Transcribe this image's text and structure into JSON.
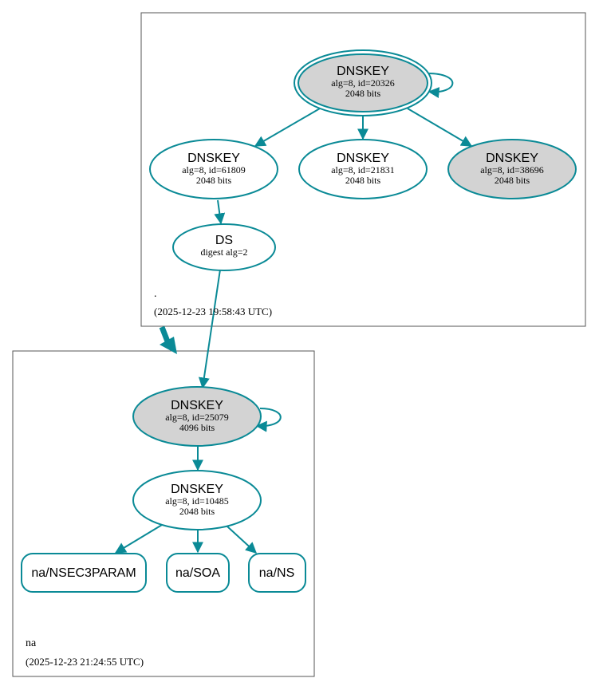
{
  "colors": {
    "edge": "#0a8a96",
    "fill_gray": "#d3d3d3",
    "fill_white": "#ffffff"
  },
  "zones": {
    "root": {
      "name": ".",
      "timestamp": "(2025-12-23 19:58:43 UTC)"
    },
    "na": {
      "name": "na",
      "timestamp": "(2025-12-23 21:24:55 UTC)"
    }
  },
  "nodes": {
    "root_ksk": {
      "title": "DNSKEY",
      "line1": "alg=8, id=20326",
      "line2": "2048 bits"
    },
    "root_zsk1": {
      "title": "DNSKEY",
      "line1": "alg=8, id=61809",
      "line2": "2048 bits"
    },
    "root_zsk2": {
      "title": "DNSKEY",
      "line1": "alg=8, id=21831",
      "line2": "2048 bits"
    },
    "root_ksk2": {
      "title": "DNSKEY",
      "line1": "alg=8, id=38696",
      "line2": "2048 bits"
    },
    "ds": {
      "title": "DS",
      "line1": "digest alg=2"
    },
    "na_ksk": {
      "title": "DNSKEY",
      "line1": "alg=8, id=25079",
      "line2": "4096 bits"
    },
    "na_zsk": {
      "title": "DNSKEY",
      "line1": "alg=8, id=10485",
      "line2": "2048 bits"
    },
    "rr_nsec3param": {
      "title": "na/NSEC3PARAM"
    },
    "rr_soa": {
      "title": "na/SOA"
    },
    "rr_ns": {
      "title": "na/NS"
    }
  }
}
